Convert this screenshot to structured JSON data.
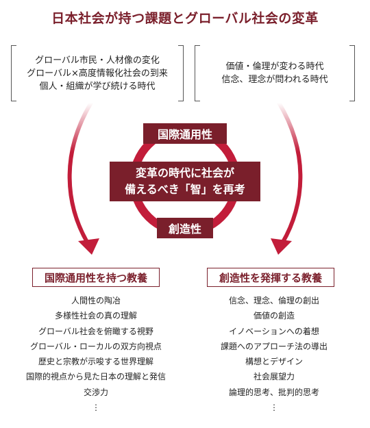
{
  "title": "日本社会が持つ課題とグローバル社会の変革",
  "top_left": {
    "lines": [
      "グローバル市民・人材像の変化",
      "グローバル×高度情報化社会の到来",
      "個人・組織が学び続ける時代"
    ]
  },
  "top_right": {
    "lines": [
      "価値・倫理が変わる時代",
      "信念、理念が問われる時代"
    ]
  },
  "center": {
    "top_label": "国際通用性",
    "main_lines": [
      "変革の時代に社会が",
      "備えるべき「智」を再考"
    ],
    "bottom_label": "創造性"
  },
  "bottom_left": {
    "heading": "国際通用性を持つ教養",
    "items": [
      "人間性の陶冶",
      "多様性社会の真の理解",
      "グローバル社会を俯瞰する視野",
      "グローバル・ローカルの双方向視点",
      "歴史と宗教が示唆する世界理解",
      "国際的視点から見た日本の理解と発信",
      "交渉力",
      "⋮"
    ]
  },
  "bottom_right": {
    "heading": "創造性を発揮する教養",
    "items": [
      "信念、理念、倫理の創出",
      "価値の創造",
      "イノベーションへの着想",
      "課題へのアプローチ法の導出",
      "構想とデザイン",
      "社会展望力",
      "論理的思考、批判的思考",
      "⋮"
    ]
  },
  "colors": {
    "accent": "#7a1f2b",
    "ring": "#c21d3a"
  }
}
